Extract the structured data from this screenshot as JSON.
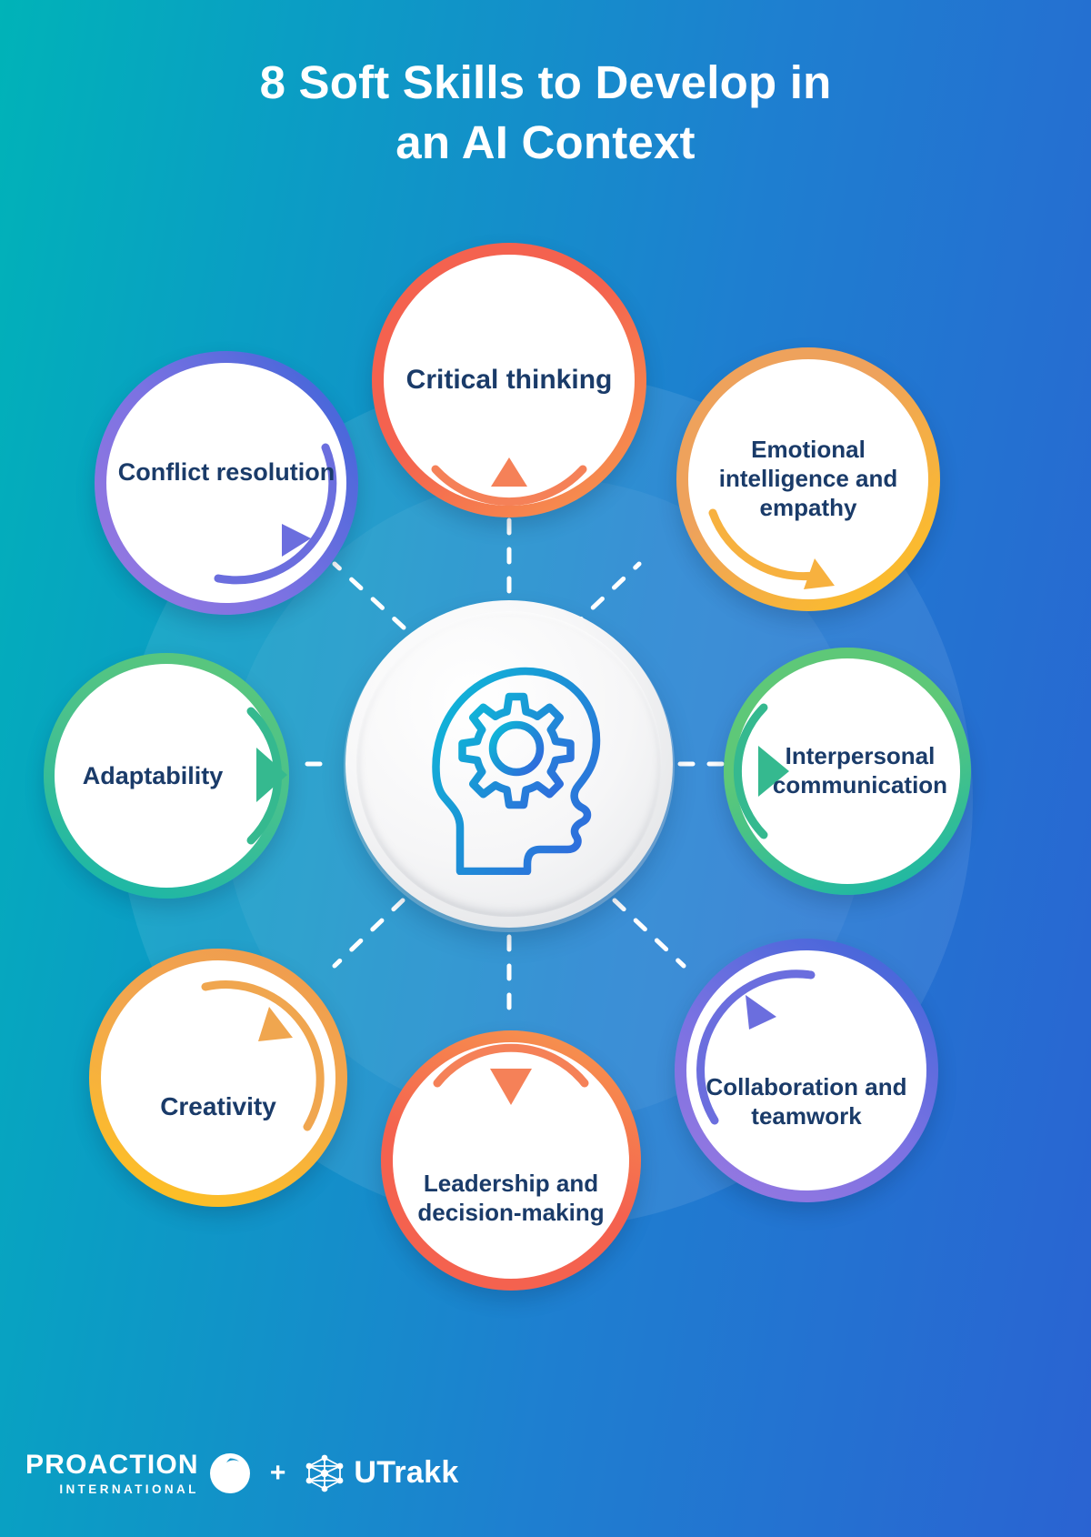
{
  "title": {
    "line1": "8 Soft Skills to Develop in",
    "line2": "an AI Context"
  },
  "center": {
    "icon_name": "head-with-gear-icon",
    "gradient_from": "#12b5d6",
    "gradient_to": "#2f6fdb"
  },
  "colors": {
    "background_from": "#00b3b8",
    "background_to": "#2a63d2",
    "label_text": "#1a3b69",
    "connector": "#ffffff"
  },
  "skills": [
    {
      "id": "critical-thinking",
      "label": "Critical thinking",
      "position": "top",
      "ring_from": "#f4624f",
      "ring_to": "#f79a4e",
      "accent": "#f58158",
      "arrow_at": "bottom"
    },
    {
      "id": "emotional-intelligence-and-empathy",
      "label": "Emotional intelligence and empathy",
      "position": "top-right",
      "ring_from": "#eea25c",
      "ring_to": "#ffc41e",
      "accent": "#f7b13f",
      "arrow_at": "bottom-left"
    },
    {
      "id": "interpersonal-communication",
      "label": "Interpersonal communication",
      "position": "right",
      "ring_from": "#5ec878",
      "ring_to": "#14b5ab",
      "accent": "#35b98f",
      "arrow_at": "left"
    },
    {
      "id": "collaboration-and-teamwork",
      "label": "Collaboration and teamwork",
      "position": "bottom-right",
      "ring_from": "#9a79e0",
      "ring_to": "#3a64d8",
      "accent": "#6b6ede",
      "arrow_at": "top-left"
    },
    {
      "id": "leadership-and-decision-making",
      "label": "Leadership and decision-making",
      "position": "bottom",
      "ring_from": "#f4624f",
      "ring_to": "#f79a4e",
      "accent": "#f58158",
      "arrow_at": "top"
    },
    {
      "id": "creativity",
      "label": "Creativity",
      "position": "bottom-left",
      "ring_from": "#ef9a4f",
      "ring_to": "#ffc41e",
      "accent": "#f0a64f",
      "arrow_at": "top-right"
    },
    {
      "id": "adaptability",
      "label": "Adaptability",
      "position": "left",
      "ring_from": "#5ec878",
      "ring_to": "#14b5ab",
      "accent": "#35b98f",
      "arrow_at": "right"
    },
    {
      "id": "conflict-resolution",
      "label": "Conflict resolution",
      "position": "top-left",
      "ring_from": "#9a79e0",
      "ring_to": "#3a64d8",
      "accent": "#6b6ede",
      "arrow_at": "bottom-right"
    }
  ],
  "footer": {
    "proaction_name": "PROACTION",
    "proaction_sub": "INTERNATIONAL",
    "proaction_icon": "spiral-circle-logo-icon",
    "separator": "+",
    "utrakk_name": "UTrakk",
    "utrakk_icon": "network-cube-logo-icon"
  }
}
